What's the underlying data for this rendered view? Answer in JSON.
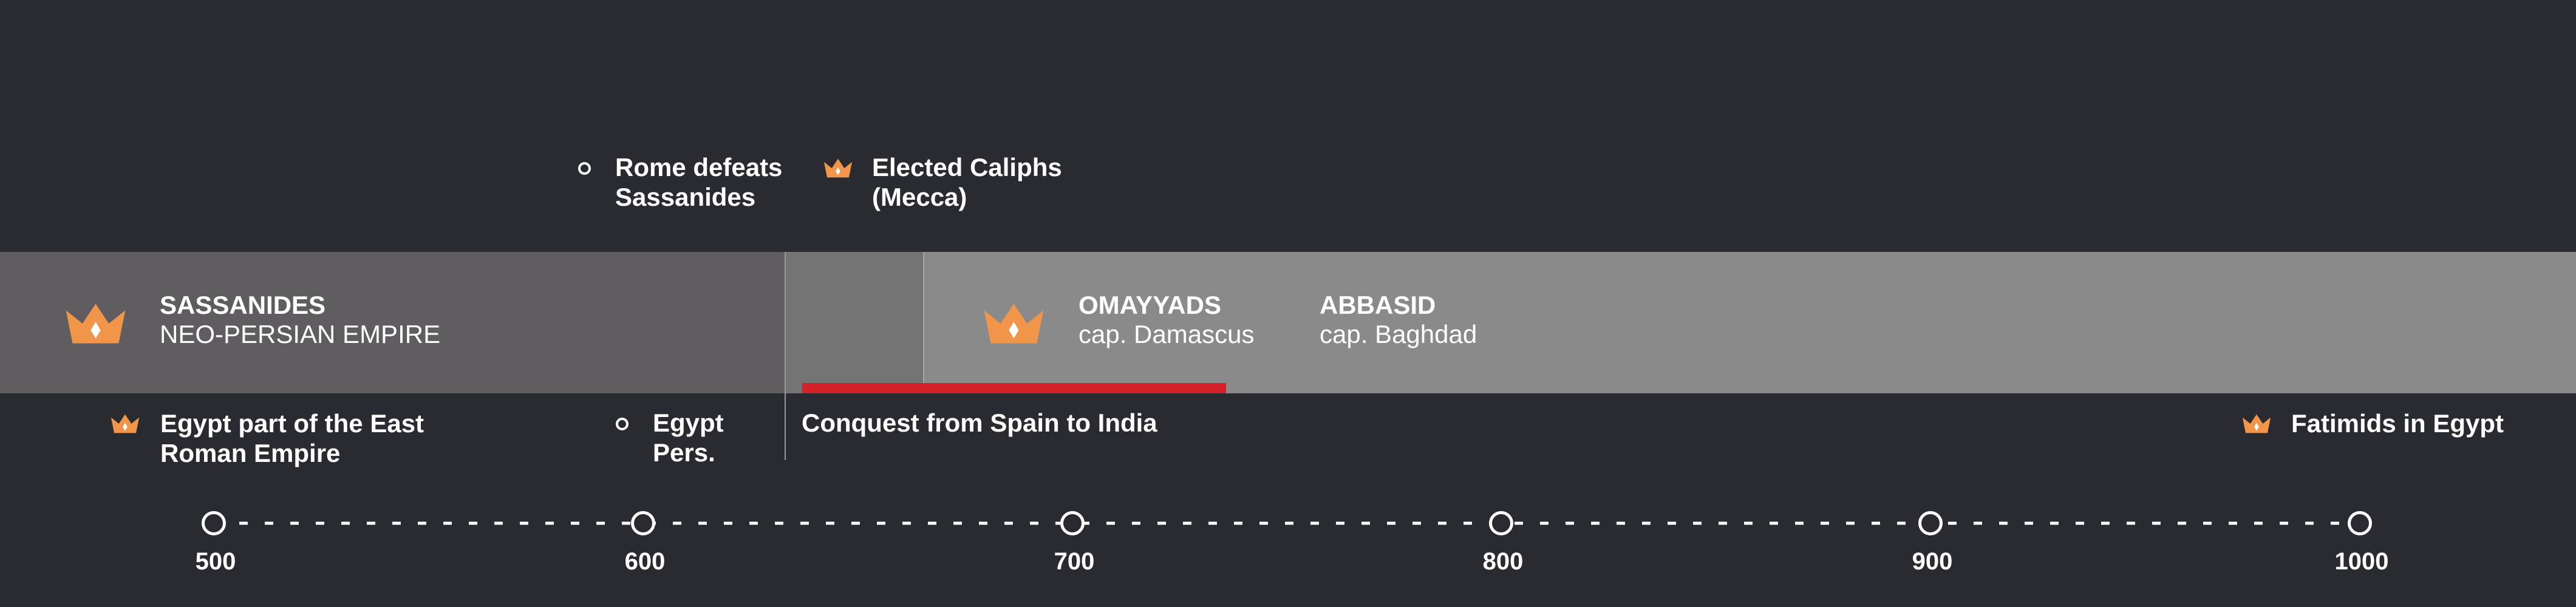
{
  "events_above": [
    {
      "text": "Rome defeats Sassanides",
      "line1": "Rome defeats",
      "line2": "Sassanides",
      "icon": "circle-icon"
    },
    {
      "text": "Elected Caliphs (Mecca)",
      "line1": "Elected Caliphs",
      "line2": "(Mecca)",
      "icon": "crown-icon"
    }
  ],
  "periods": [
    {
      "title": "SASSANIDES",
      "subtitle": "NEO-PERSIAN EMPIRE",
      "color": "#5f5d5f",
      "icon": "crown-icon"
    },
    {
      "title": "OMAYYADS",
      "subtitle": "cap. Damascus",
      "color": "#8a8a8a",
      "icon": "crown-icon"
    },
    {
      "title": "ABBASID",
      "subtitle": "cap. Baghdad",
      "color": "#8a8a8a"
    }
  ],
  "events_below": [
    {
      "line1": "Egypt part of the East",
      "line2": "Roman Empire",
      "icon": "crown-icon"
    },
    {
      "line1": "Egypt",
      "line2": "Pers.",
      "icon": "circle-icon"
    },
    {
      "line1": "Conquest from Spain to India",
      "accent": "#d3222a"
    },
    {
      "line1": "Fatimids in Egypt",
      "icon": "crown-icon"
    }
  ],
  "axis": {
    "ticks": [
      "500",
      "600",
      "700",
      "800",
      "900",
      "1000"
    ]
  },
  "colors": {
    "background": "#2a2b30",
    "crown": "#f0954a",
    "accent_bar": "#d3222a",
    "text": "#ffffff"
  }
}
